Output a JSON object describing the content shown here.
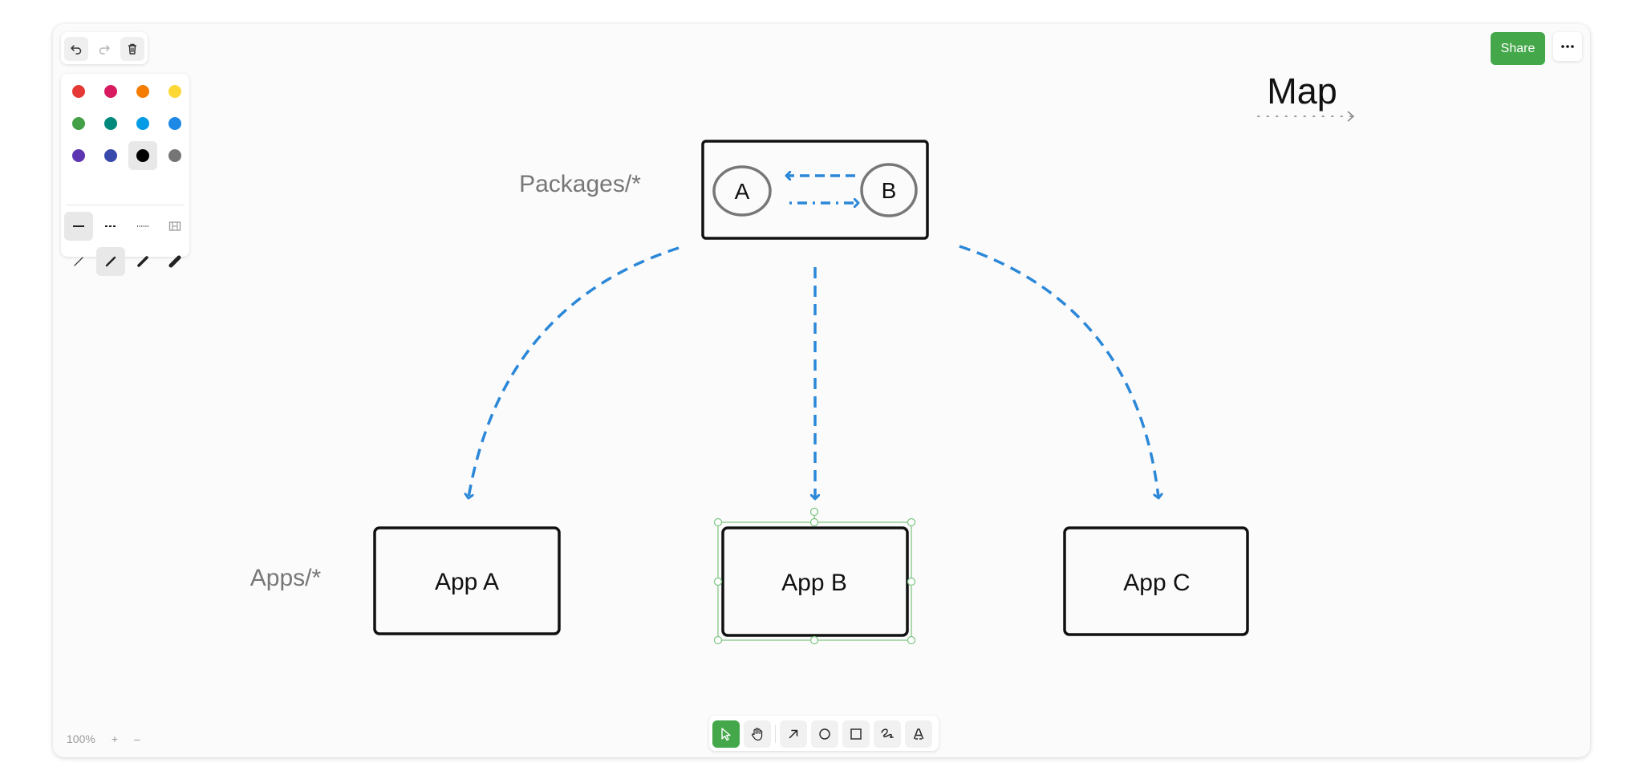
{
  "canvas": {
    "title": "Map",
    "packages_label": "Packages/*",
    "apps_label": "Apps/*",
    "node_a": "A",
    "node_b": "B",
    "apps": [
      "App A",
      "App B",
      "App C"
    ],
    "selected_shape": "App B",
    "arrow_color": "#2b87d8",
    "selection_color": "#7bc47f"
  },
  "toolbar": {
    "share_label": "Share",
    "history": [
      "undo-icon",
      "redo-icon",
      "trash-icon"
    ]
  },
  "style_panel": {
    "colors": [
      "#e53935",
      "#d81b60",
      "#f57c00",
      "#fdd835",
      "#43a047",
      "#00897b",
      "#039be5",
      "#1e88e5",
      "#5e35b1",
      "#3949ab",
      "#000000",
      "#757575"
    ],
    "selected_color": "#000000",
    "dash_styles": [
      "solid",
      "dashed",
      "dotted",
      "none"
    ],
    "selected_dash": "solid",
    "sizes": [
      "thin",
      "medium",
      "thick",
      "extra-thick"
    ],
    "selected_size": "medium"
  },
  "zoom": {
    "level": "100%",
    "plus": "+",
    "minus": "–"
  },
  "tools": [
    "select",
    "hand",
    "arrow",
    "ellipse",
    "rectangle",
    "draw",
    "text"
  ],
  "active_tool": "select"
}
